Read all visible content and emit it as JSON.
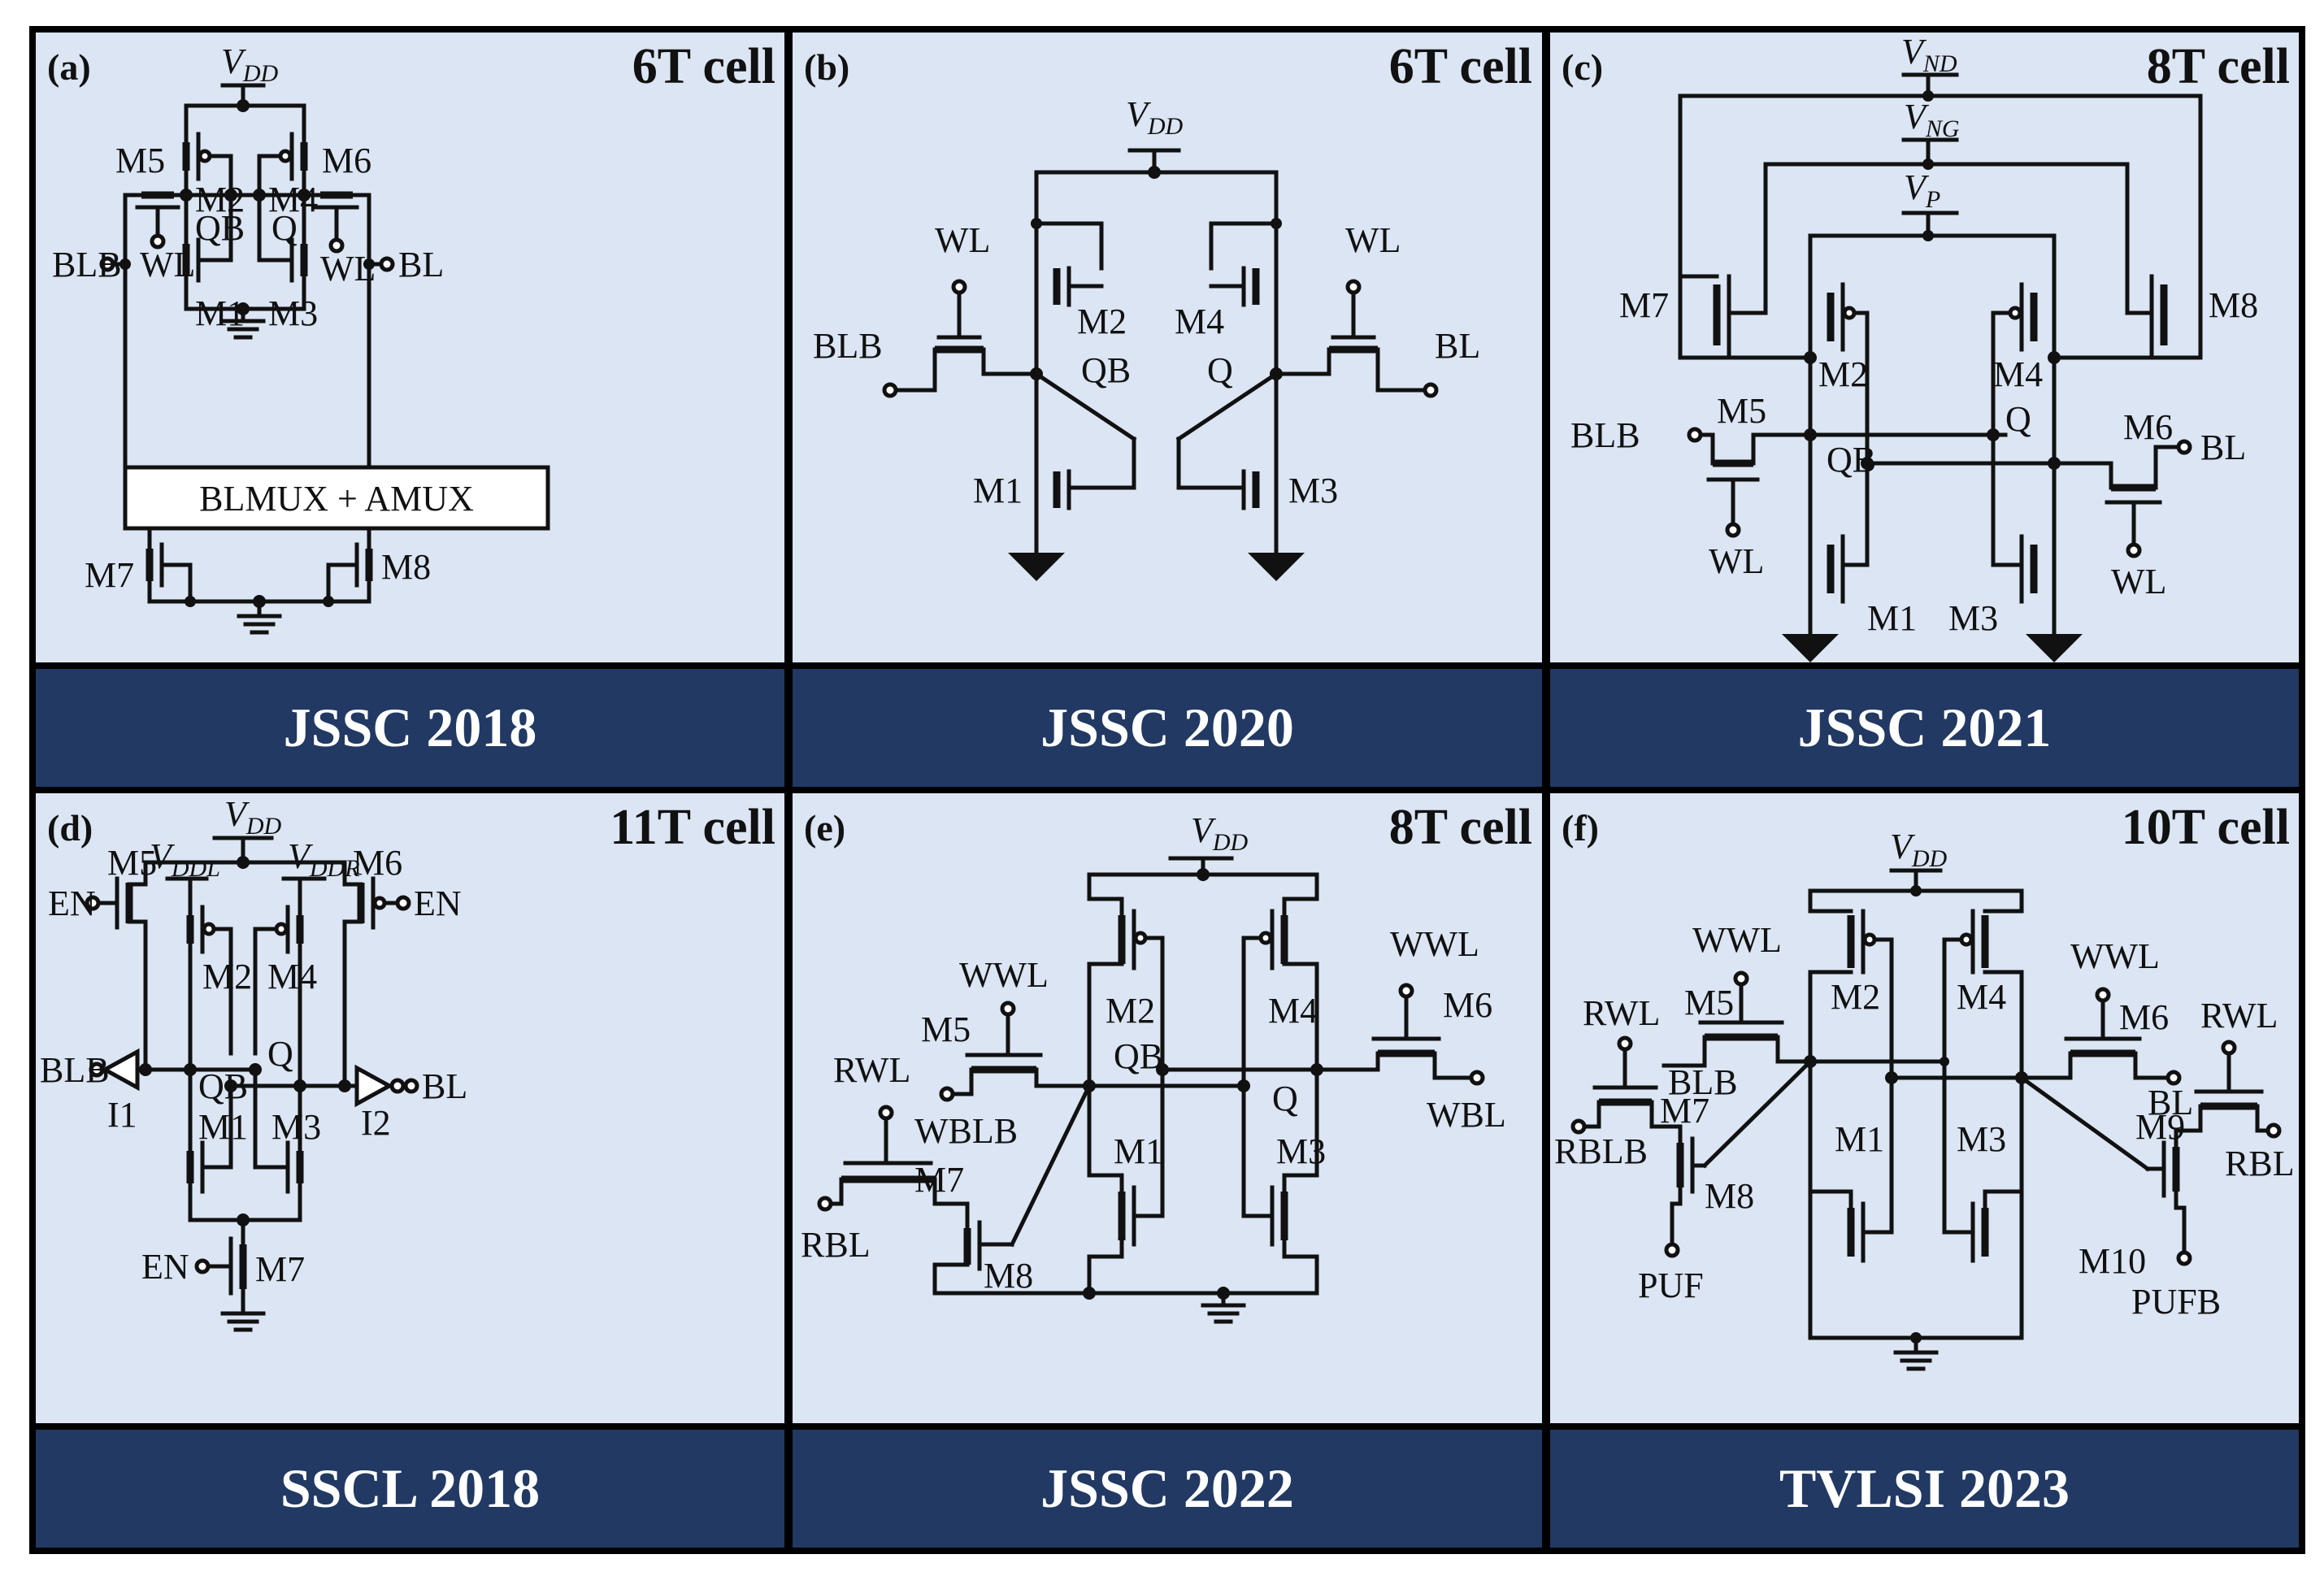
{
  "panels": [
    {
      "label": "(a)",
      "title": "6T cell",
      "caption": "JSSC 2018",
      "texts": {
        "vdd": "V",
        "vdd_sub": "DD",
        "m1": "M1",
        "m2": "M2",
        "m3": "M3",
        "m4": "M4",
        "m5": "M5",
        "m6": "M6",
        "m7": "M7",
        "m8": "M8",
        "q": "Q",
        "qb": "QB",
        "wl_l": "WL",
        "wl_r": "WL",
        "blb": "BLB",
        "bl": "BL",
        "mux": "BLMUX + AMUX"
      }
    },
    {
      "label": "(b)",
      "title": "6T cell",
      "caption": "JSSC 2020",
      "texts": {
        "vdd": "V",
        "vdd_sub": "DD",
        "m1": "M1",
        "m2": "M2",
        "m3": "M3",
        "m4": "M4",
        "q": "Q",
        "qb": "QB",
        "wl_l": "WL",
        "wl_r": "WL",
        "blb": "BLB",
        "bl": "BL"
      }
    },
    {
      "label": "(c)",
      "title": "8T cell",
      "caption": "JSSC 2021",
      "texts": {
        "vnd": "V",
        "vnd_sub": "ND",
        "vng": "V",
        "vng_sub": "NG",
        "vp": "V",
        "vp_sub": "P",
        "m1": "M1",
        "m2": "M2",
        "m3": "M3",
        "m4": "M4",
        "m5": "M5",
        "m6": "M6",
        "m7": "M7",
        "m8": "M8",
        "q": "Q",
        "qb": "QB",
        "wl_l": "WL",
        "wl_r": "WL",
        "blb": "BLB",
        "bl": "BL"
      }
    },
    {
      "label": "(d)",
      "title": "11T cell",
      "caption": "SSCL 2018",
      "texts": {
        "vdd": "V",
        "vdd_sub": "DD",
        "vddl": "V",
        "vddl_sub": "DDL",
        "vddr": "V",
        "vddr_sub": "DDR",
        "m1": "M1",
        "m2": "M2",
        "m3": "M3",
        "m4": "M4",
        "m5": "M5",
        "m6": "M6",
        "m7": "M7",
        "q": "Q",
        "qb": "QB",
        "en_l": "EN",
        "en_r": "EN",
        "en_b": "EN",
        "blb": "BLB",
        "bl": "BL",
        "i1": "I1",
        "i2": "I2"
      }
    },
    {
      "label": "(e)",
      "title": "8T cell",
      "caption": "JSSC 2022",
      "texts": {
        "vdd": "V",
        "vdd_sub": "DD",
        "m1": "M1",
        "m2": "M2",
        "m3": "M3",
        "m4": "M4",
        "m5": "M5",
        "m6": "M6",
        "m7": "M7",
        "m8": "M8",
        "q": "Q",
        "qb": "QB",
        "wwl_l": "WWL",
        "wwl_r": "WWL",
        "rwl": "RWL",
        "wblb": "WBLB",
        "wbl": "WBL",
        "rbl": "RBL"
      }
    },
    {
      "label": "(f)",
      "title": "10T cell",
      "caption": "TVLSI 2023",
      "texts": {
        "vdd": "V",
        "vdd_sub": "DD",
        "m1": "M1",
        "m2": "M2",
        "m3": "M3",
        "m4": "M4",
        "m5": "M5",
        "m6": "M6",
        "m7": "M7",
        "m8": "M8",
        "m9": "M9",
        "m10": "M10",
        "wwl_l": "WWL",
        "wwl_r": "WWL",
        "rwl_l": "RWL",
        "rwl_r": "RWL",
        "blb": "BLB",
        "bl": "BL",
        "rblb": "RBLB",
        "rbl": "RBL",
        "puf": "PUF",
        "pufb": "PUFB"
      }
    }
  ],
  "colors": {
    "panel_bg": "#dbe5f3",
    "caption_bg": "#213963",
    "caption_text": "#ffffff",
    "border": "#000000"
  }
}
